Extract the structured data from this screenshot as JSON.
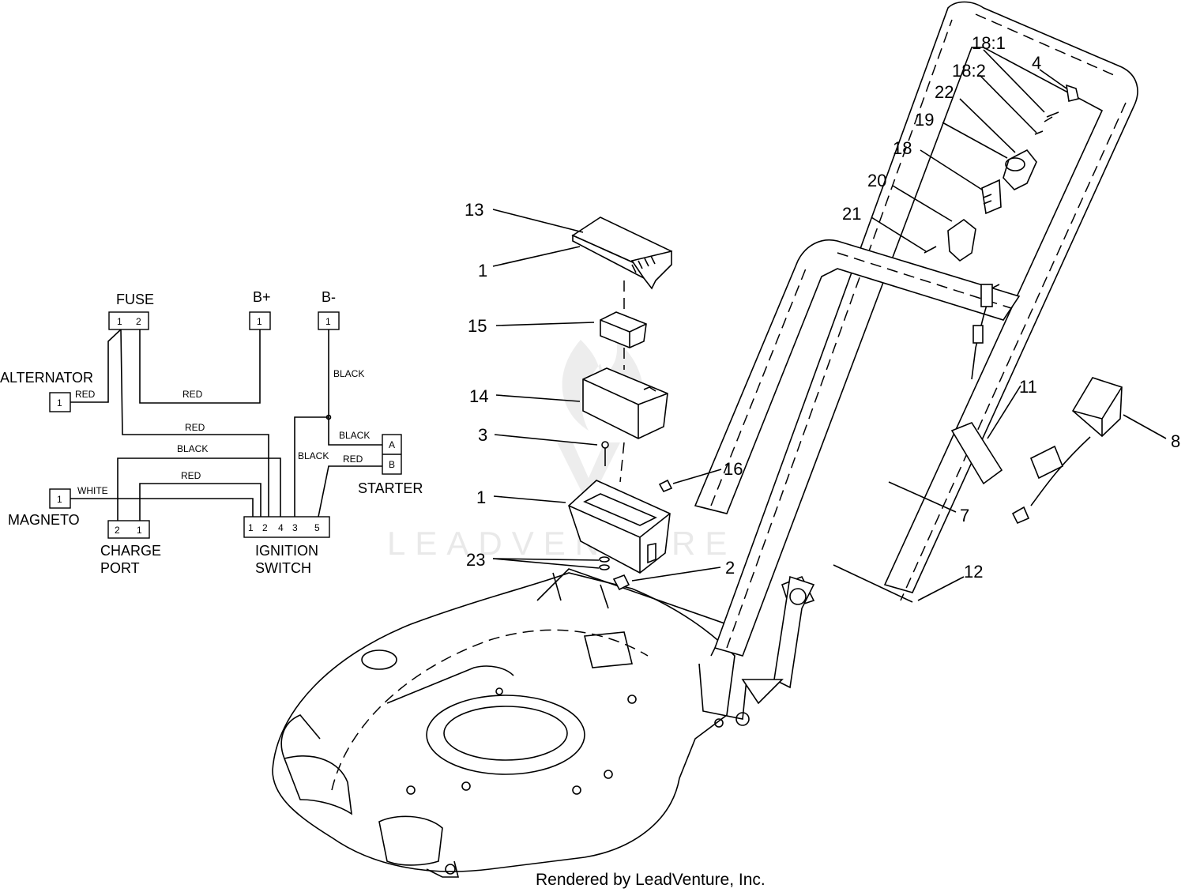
{
  "watermark": "LEADVENTURE",
  "credit": "Rendered by LeadVenture, Inc.",
  "schematic": {
    "components": {
      "fuse": "FUSE",
      "b_plus": "B+",
      "b_minus": "B-",
      "alternator": "ALTERNATOR",
      "magneto": "MAGNETO",
      "charge_port_1": "CHARGE",
      "charge_port_2": "PORT",
      "ignition_1": "IGNITION",
      "ignition_2": "SWITCH",
      "starter": "STARTER"
    },
    "pins": {
      "fuse_1": "1",
      "fuse_2": "2",
      "bplus_1": "1",
      "bminus_1": "1",
      "alt_1": "1",
      "mag_1": "1",
      "cp_2": "2",
      "cp_1": "1",
      "ig_1": "1",
      "ig_2": "2",
      "ig_4": "4",
      "ig_3": "3",
      "ig_5": "5",
      "st_a": "A",
      "st_b": "B"
    },
    "wires": {
      "alt_red": "RED",
      "fuse_bplus_red": "RED",
      "fuse_ign_red": "RED",
      "cp_black": "BLACK",
      "cp_red": "RED",
      "mag_white": "WHITE",
      "bminus_black": "BLACK",
      "starter_black": "BLACK",
      "ign_black": "BLACK",
      "starter_red": "RED"
    }
  },
  "callouts": {
    "c13": "13",
    "c1a": "1",
    "c15": "15",
    "c14": "14",
    "c3": "3",
    "c1b": "1",
    "c23": "23",
    "c2": "2",
    "c16": "16",
    "c7": "7",
    "c11": "11",
    "c8": "8",
    "c12": "12",
    "c18_1": "18:1",
    "c18_2": "18:2",
    "c4": "4",
    "c22": "22",
    "c19": "19",
    "c18": "18",
    "c20": "20",
    "c21": "21"
  }
}
